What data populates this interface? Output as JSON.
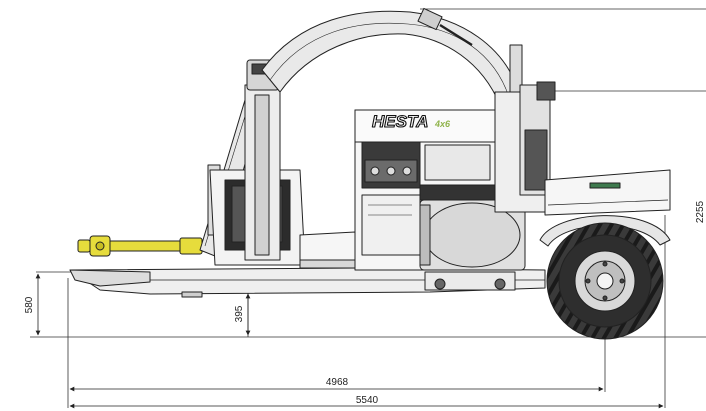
{
  "logo": {
    "text": "HESTA",
    "suffix": "4x6",
    "accent": "#8fb34a"
  },
  "dimensions": {
    "total_length": "5540",
    "axle_to_front": "4968",
    "overall_height": "2255",
    "drawbar_height": "580",
    "frame_clearance": "395"
  },
  "colors": {
    "line": "#222222",
    "pto_shaft": "#e6dc3c",
    "tire": "#2e2e2e",
    "metal": "#e4e4e4"
  }
}
